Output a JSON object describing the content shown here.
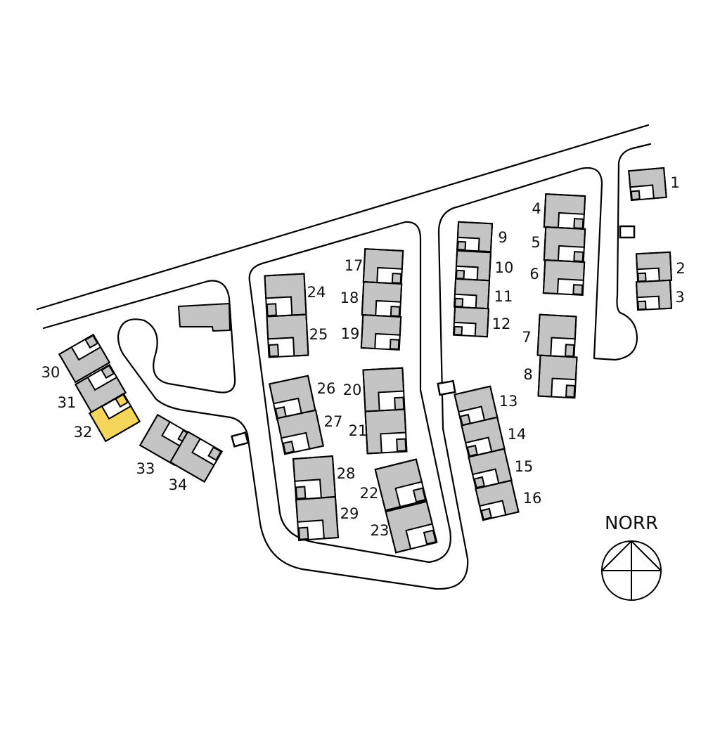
{
  "map": {
    "compass_label": "NORR",
    "colors": {
      "building": "#c4c4c4",
      "highlight": "#f5d55a",
      "outline": "#000000",
      "background": "#ffffff"
    },
    "highlighted_unit": "32",
    "units": [
      {
        "number": "1"
      },
      {
        "number": "2"
      },
      {
        "number": "3"
      },
      {
        "number": "4"
      },
      {
        "number": "5"
      },
      {
        "number": "6"
      },
      {
        "number": "7"
      },
      {
        "number": "8"
      },
      {
        "number": "9"
      },
      {
        "number": "10"
      },
      {
        "number": "11"
      },
      {
        "number": "12"
      },
      {
        "number": "13"
      },
      {
        "number": "14"
      },
      {
        "number": "15"
      },
      {
        "number": "16"
      },
      {
        "number": "17"
      },
      {
        "number": "18"
      },
      {
        "number": "19"
      },
      {
        "number": "20"
      },
      {
        "number": "21"
      },
      {
        "number": "22"
      },
      {
        "number": "23"
      },
      {
        "number": "24"
      },
      {
        "number": "25"
      },
      {
        "number": "26"
      },
      {
        "number": "27"
      },
      {
        "number": "28"
      },
      {
        "number": "29"
      },
      {
        "number": "30"
      },
      {
        "number": "31"
      },
      {
        "number": "32"
      },
      {
        "number": "33"
      },
      {
        "number": "34"
      }
    ]
  }
}
